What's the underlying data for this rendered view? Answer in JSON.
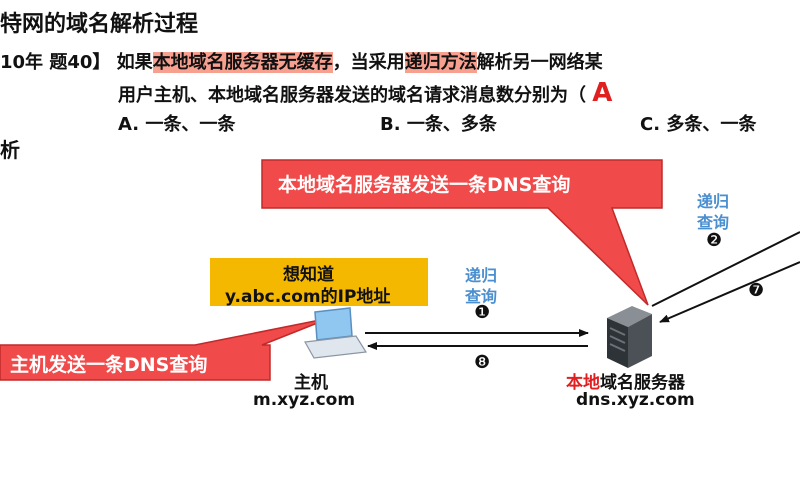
{
  "header": {
    "title": "特网的域名解析过程"
  },
  "question": {
    "prefix": "10年 题40】",
    "text_intro": "如果",
    "highlight1": "本地域名服务器无缓存",
    "text_mid": "，当采用",
    "highlight2": "递归方法",
    "text_tail": "解析另一网络某",
    "line2": "用户主机、本地域名服务器发送的域名请求消息数分别为（",
    "answer": "A",
    "options": [
      "A. 一条、一条",
      "B. 一条、多条",
      "C. 多条、一条"
    ]
  },
  "side_label": "析",
  "callouts": {
    "top": "本地域名服务器发送一条DNS查询",
    "left": "主机发送一条DNS查询"
  },
  "note": {
    "line1": "想知道",
    "line2": "y.abc.com的IP地址"
  },
  "labels": {
    "recursive1_line1": "递归",
    "recursive1_line2": "查询",
    "recursive2_line1": "递归",
    "recursive2_line2": "查询"
  },
  "steps": {
    "s1": "❶",
    "s2": "❷",
    "s7": "❼",
    "s8": "❽"
  },
  "nodes": {
    "host_name": "主机",
    "host_domain": "m.xyz.com",
    "server_name_red": "本地",
    "server_name_rest": "域名服务器",
    "server_domain": "dns.xyz.com"
  },
  "colors": {
    "callout_red": "#f04a4a",
    "highlight": "#f8a090",
    "note_yellow": "#f5b800",
    "label_blue": "#4a8fd0"
  }
}
